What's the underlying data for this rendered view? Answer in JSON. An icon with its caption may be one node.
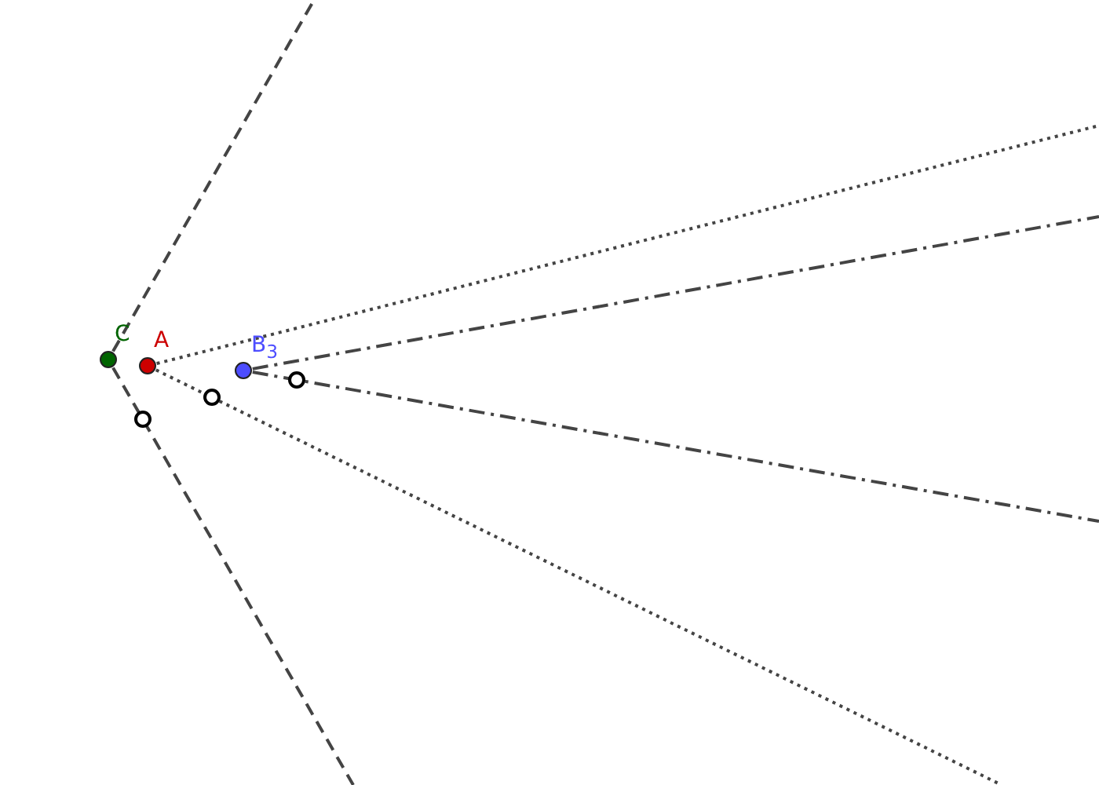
{
  "diagram": {
    "nodes": [
      {
        "text": [
          "C"
        ]
      },
      {
        "text": [
          "A"
        ]
      },
      {
        "text": [
          "B$_{3}$"
        ]
      },
      {
        "text": [],
        "shape": "circle"
      },
      {
        "text": [],
        "shape": "circle"
      },
      {
        "text": [],
        "shape": "circle"
      }
    ],
    "edges": [
      {
        "from": 0,
        "to": null,
        "arrow": "none",
        "style": "dashed"
      },
      {
        "from": 0,
        "to": null,
        "arrow": "none",
        "style": "dashed"
      },
      {
        "from": 1,
        "to": null,
        "arrow": "none",
        "style": "dashed"
      },
      {
        "from": 1,
        "to": null,
        "arrow": "none",
        "style": "dashed"
      },
      {
        "from": 2,
        "to": null,
        "arrow": "none",
        "style": "dashed"
      },
      {
        "from": 2,
        "to": null,
        "arrow": "none",
        "style": "dashed"
      }
    ]
  }
}
